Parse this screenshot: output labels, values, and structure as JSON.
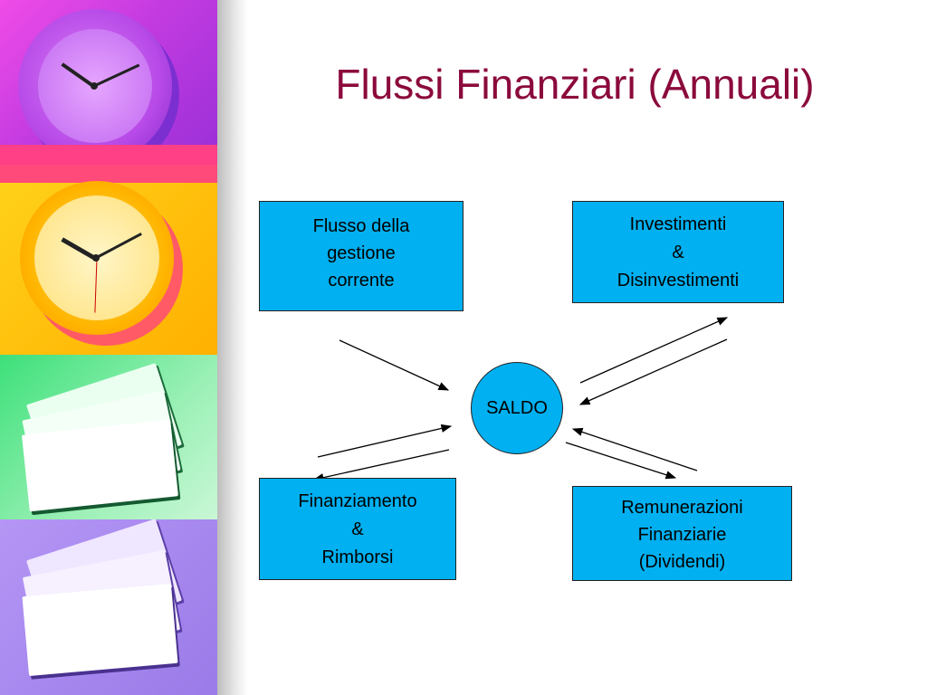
{
  "title": "Flussi Finanziari (Annuali)",
  "center": {
    "label": "SALDO"
  },
  "boxes": {
    "top_left": [
      "Flusso della",
      "gestione",
      "corrente"
    ],
    "top_right": [
      "Investimenti",
      "&",
      "Disinvestimenti"
    ],
    "bottom_left": [
      "Finanziamento",
      "&",
      "Rimborsi"
    ],
    "bottom_right": [
      "Remunerazioni",
      "Finanziarie",
      "(Dividendi)"
    ]
  },
  "colors": {
    "box_fill": "#00b0f0",
    "title": "#8b0a3c",
    "arrow": "#000000"
  },
  "decor": [
    "clock-image",
    "clock-image",
    "papers-image",
    "papers-image"
  ]
}
